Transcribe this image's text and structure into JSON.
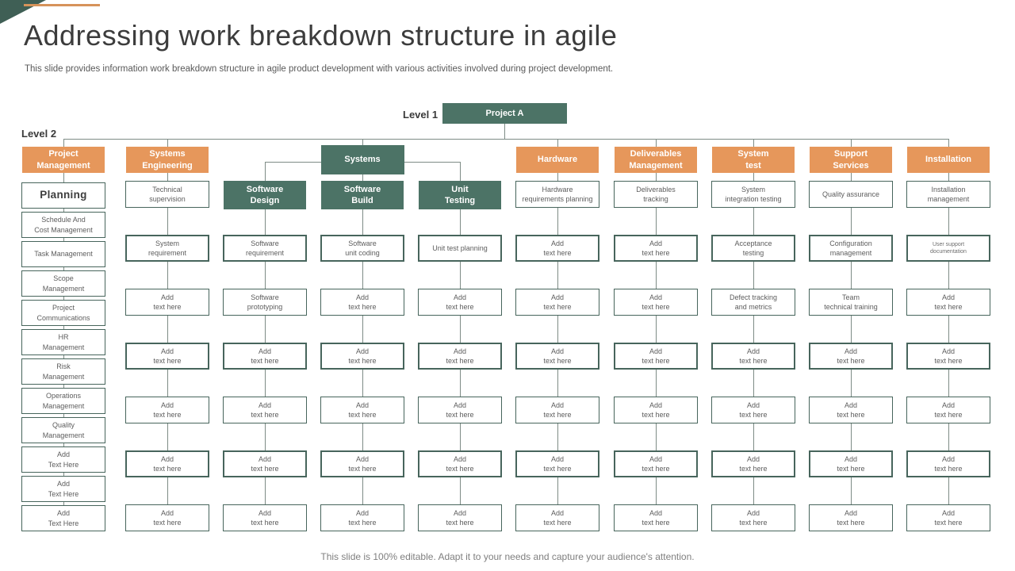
{
  "slide": {
    "title": "Addressing work breakdown structure in agile",
    "subtitle": "This slide provides information work breakdown structure in agile product development with various activities involved during project development.",
    "footer": "This slide is 100% editable. Adapt it to your needs and capture your audience's attention."
  },
  "colors": {
    "orange": "#E6975B",
    "green": "#4C7366",
    "corner_triangle": "#3F5F55",
    "accent_line": "#D6935A",
    "box_border": "#47655C",
    "connector": "#7E8C86"
  },
  "diagram": {
    "level1_label": "Level 1",
    "level2_label": "Level 2",
    "root_label": "Project A",
    "level2_nodes": [
      {
        "label": "Project\nManagement",
        "accent": "orange"
      },
      {
        "label": "Systems\nEngineering",
        "accent": "orange"
      },
      {
        "label": "Systems",
        "accent": "green"
      },
      {
        "label": "Hardware",
        "accent": "orange"
      },
      {
        "label": "Deliverables\nManagement",
        "accent": "orange"
      },
      {
        "label": "System\ntest",
        "accent": "orange"
      },
      {
        "label": "Support\nServices",
        "accent": "orange"
      },
      {
        "label": "Installation",
        "accent": "orange"
      }
    ],
    "pm_column": [
      "Planning",
      "Schedule And\nCost Management",
      "Task Management",
      "Scope\nManagement",
      "Project\nCommunications",
      "HR\nManagement",
      "Risk\nManagement",
      "Operations\nManagement",
      "Quality\nManagement",
      "Add\nText Here",
      "Add\nText Here",
      "Add\nText Here"
    ],
    "grid_columns": [
      {
        "cells": [
          {
            "t": "Technical\nsupervision",
            "v": "white"
          },
          {
            "t": "System\nrequirement",
            "v": "white"
          },
          {
            "t": "Add\ntext here",
            "v": "white"
          },
          {
            "t": "Add\ntext here",
            "v": "white"
          },
          {
            "t": "Add\ntext here",
            "v": "white"
          },
          {
            "t": "Add\ntext here",
            "v": "white"
          },
          {
            "t": "Add\ntext here",
            "v": "white"
          }
        ]
      },
      {
        "cells": [
          {
            "t": "Software\nDesign",
            "v": "green"
          },
          {
            "t": "Software\nrequirement",
            "v": "white"
          },
          {
            "t": "Software\nprototyping",
            "v": "white"
          },
          {
            "t": "Add\ntext here",
            "v": "white"
          },
          {
            "t": "Add\ntext here",
            "v": "white"
          },
          {
            "t": "Add\ntext here",
            "v": "white"
          },
          {
            "t": "Add\ntext here",
            "v": "white"
          }
        ]
      },
      {
        "cells": [
          {
            "t": "Software\nBuild",
            "v": "green"
          },
          {
            "t": "Software\nunit coding",
            "v": "white"
          },
          {
            "t": "Add\ntext here",
            "v": "white"
          },
          {
            "t": "Add\ntext here",
            "v": "white"
          },
          {
            "t": "Add\ntext here",
            "v": "white"
          },
          {
            "t": "Add\ntext here",
            "v": "white"
          },
          {
            "t": "Add\ntext here",
            "v": "white"
          }
        ]
      },
      {
        "cells": [
          {
            "t": "Unit\nTesting",
            "v": "green"
          },
          {
            "t": "Unit test planning",
            "v": "white"
          },
          {
            "t": "Add\ntext here",
            "v": "white"
          },
          {
            "t": "Add\ntext here",
            "v": "white"
          },
          {
            "t": "Add\ntext here",
            "v": "white"
          },
          {
            "t": "Add\ntext here",
            "v": "white"
          },
          {
            "t": "Add\ntext here",
            "v": "white"
          }
        ]
      },
      {
        "cells": [
          {
            "t": "Hardware\nrequirements planning",
            "v": "white"
          },
          {
            "t": "Add\ntext here",
            "v": "white"
          },
          {
            "t": "Add\ntext here",
            "v": "white"
          },
          {
            "t": "Add\ntext here",
            "v": "white"
          },
          {
            "t": "Add\ntext here",
            "v": "white"
          },
          {
            "t": "Add\ntext here",
            "v": "white"
          },
          {
            "t": "Add\ntext here",
            "v": "white"
          }
        ]
      },
      {
        "cells": [
          {
            "t": "Deliverables\ntracking",
            "v": "white"
          },
          {
            "t": "Add\ntext here",
            "v": "white"
          },
          {
            "t": "Add\ntext here",
            "v": "white"
          },
          {
            "t": "Add\ntext here",
            "v": "white"
          },
          {
            "t": "Add\ntext here",
            "v": "white"
          },
          {
            "t": "Add\ntext here",
            "v": "white"
          },
          {
            "t": "Add\ntext here",
            "v": "white"
          }
        ]
      },
      {
        "cells": [
          {
            "t": "System\nintegration testing",
            "v": "white"
          },
          {
            "t": "Acceptance\ntesting",
            "v": "white"
          },
          {
            "t": "Defect tracking\nand metrics",
            "v": "white"
          },
          {
            "t": "Add\ntext here",
            "v": "white"
          },
          {
            "t": "Add\ntext here",
            "v": "white"
          },
          {
            "t": "Add\ntext here",
            "v": "white"
          },
          {
            "t": "Add\ntext here",
            "v": "white"
          }
        ]
      },
      {
        "cells": [
          {
            "t": "Quality assurance",
            "v": "white"
          },
          {
            "t": "Configuration\nmanagement",
            "v": "white"
          },
          {
            "t": "Team\ntechnical training",
            "v": "white"
          },
          {
            "t": "Add\ntext here",
            "v": "white"
          },
          {
            "t": "Add\ntext here",
            "v": "white"
          },
          {
            "t": "Add\ntext here",
            "v": "white"
          },
          {
            "t": "Add\ntext here",
            "v": "white"
          }
        ]
      },
      {
        "cells": [
          {
            "t": "Installation\nmanagement",
            "v": "white"
          },
          {
            "t": "User support\ndocumentation",
            "v": "small"
          },
          {
            "t": "Add\ntext here",
            "v": "white"
          },
          {
            "t": "Add\ntext here",
            "v": "white"
          },
          {
            "t": "Add\ntext here",
            "v": "white"
          },
          {
            "t": "Add\ntext here",
            "v": "white"
          },
          {
            "t": "Add\ntext here",
            "v": "white"
          }
        ]
      }
    ]
  }
}
